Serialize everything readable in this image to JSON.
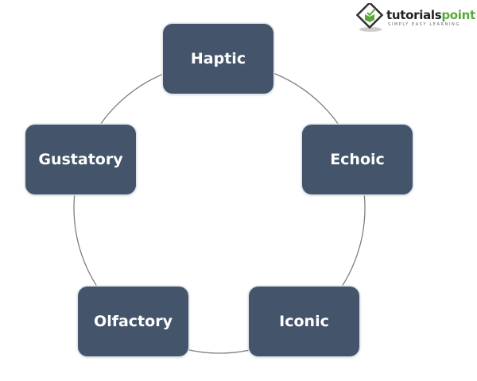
{
  "logo": {
    "brand_part1": "tutorials",
    "brand_part2": "point",
    "tagline": "SIMPLY EASY LEARNING",
    "accent_color": "#5aa83a"
  },
  "diagram": {
    "type": "cycle",
    "node_color": "#44546a",
    "connector_color": "#7f7f7f",
    "nodes": [
      {
        "label": "Haptic"
      },
      {
        "label": "Echoic"
      },
      {
        "label": "Iconic"
      },
      {
        "label": "Olfactory"
      },
      {
        "label": "Gustatory"
      }
    ]
  }
}
